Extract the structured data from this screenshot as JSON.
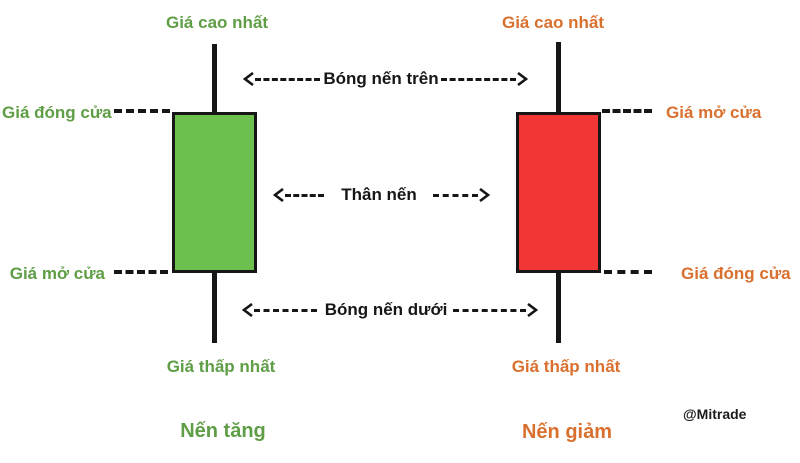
{
  "colors": {
    "bg": "#ffffff",
    "line": "#161616",
    "green_fill": "#6cc04e",
    "red_fill": "#f23535",
    "green_text": "#5f9e46",
    "orange_text": "#d9702e"
  },
  "bullish": {
    "high_label": "Giá cao nhất",
    "close_label": "Giá đóng cửa",
    "open_label": "Giá mở cửa",
    "low_label": "Giá thấp nhất",
    "caption": "Nến tăng"
  },
  "bearish": {
    "high_label": "Giá cao nhất",
    "open_label": "Giá mở cửa",
    "close_label": "Giá đóng cửa",
    "low_label": "Giá thấp nhất",
    "caption": "Nến giảm"
  },
  "annotations": {
    "upper_shadow": "Bóng nến trên",
    "body": "Thân nến",
    "lower_shadow": "Bóng nến dưới"
  },
  "watermark": "@Mitrade"
}
